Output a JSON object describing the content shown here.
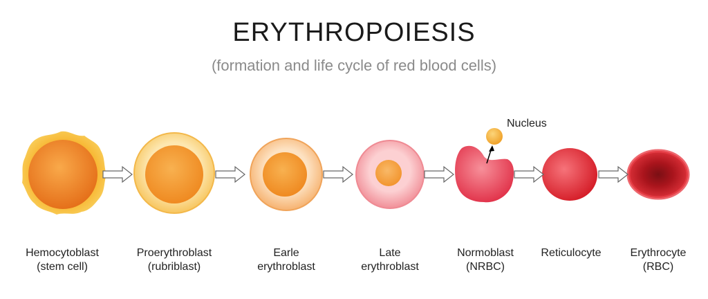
{
  "title": "ERYTHROPOIESIS",
  "subtitle": "(formation and life cycle of red blood cells)",
  "stages": [
    {
      "line1": "Hemocytoblast",
      "line2": "(stem cell)"
    },
    {
      "line1": "Proerythroblast",
      "line2": "(rubriblast)"
    },
    {
      "line1": "Earle",
      "line2": "erythroblast"
    },
    {
      "line1": "Late",
      "line2": "erythroblast"
    },
    {
      "line1": "Normoblast",
      "line2": "(NRBC)"
    },
    {
      "line1": "Reticulocyte",
      "line2": ""
    },
    {
      "line1": "Erythrocyte",
      "line2": "(RBC)"
    }
  ],
  "nucleus_label": "Nucleus",
  "colors": {
    "stem_outer": "#f7b733",
    "stem_inner": "#f08a1e",
    "pro_outer": "#fbd98a",
    "pro_inner": "#f39a2c",
    "early_outer": "#fbd3a0",
    "early_inner": "#f29a2e",
    "late_outer": "#f9b9bd",
    "late_inner": "#f6a24a",
    "normo": "#e83a4e",
    "retic": "#e3262f",
    "rbc": "#d81f2a",
    "arrow": "#ffffff",
    "arrow_stroke": "#666666"
  }
}
